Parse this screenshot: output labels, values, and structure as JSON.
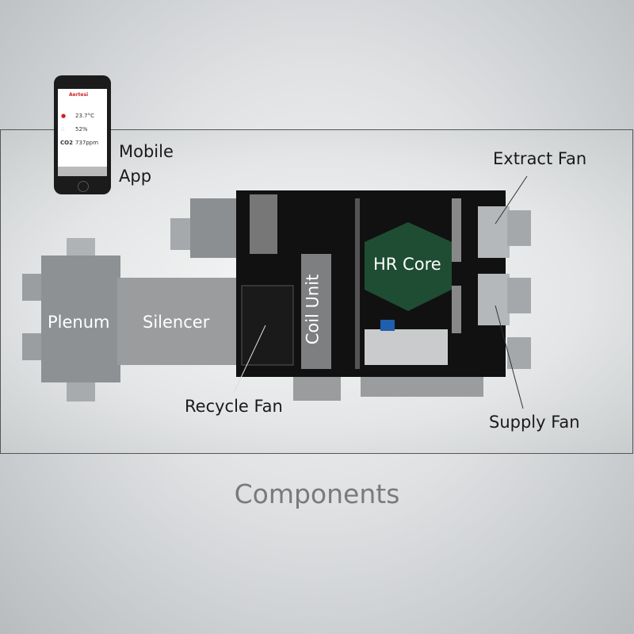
{
  "title": "Components",
  "labels": {
    "mobile_app_line1": "Mobile",
    "mobile_app_line2": "App",
    "extract_fan": "Extract Fan",
    "hr_core": "HR Core",
    "plenum": "Plenum",
    "silencer": "Silencer",
    "coil_unit": "Coil Unit",
    "recycle_fan": "Recycle Fan",
    "supply_fan": "Supply Fan"
  },
  "phone": {
    "brand": "Aertesi",
    "temperature": "23.7°C",
    "humidity": "52%",
    "co2_label": "CO2",
    "co2": "737ppm"
  },
  "colors": {
    "hr_core": "#1f4d33",
    "unit_body": "#111111",
    "title": "#7a7a7a"
  }
}
